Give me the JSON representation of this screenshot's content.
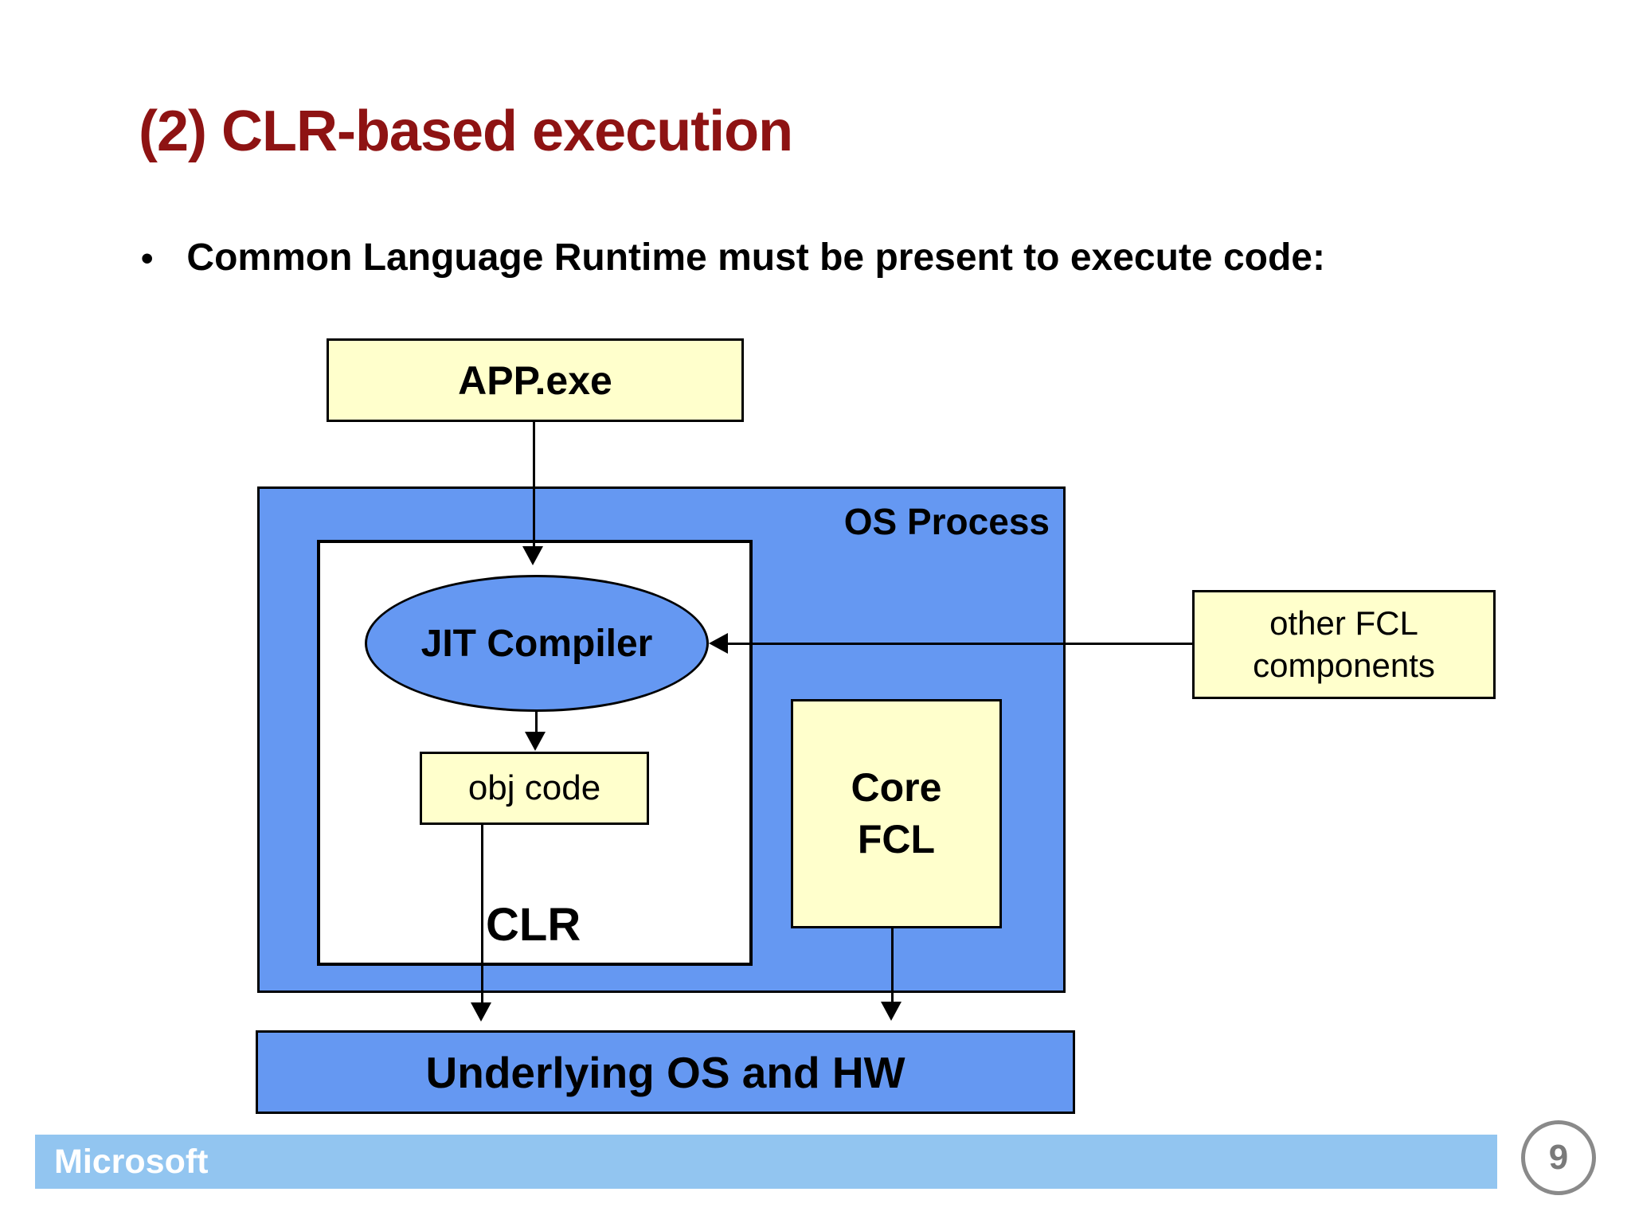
{
  "slide": {
    "title": "(2) CLR-based execution",
    "bullet_marker": "•",
    "bullet_text": "Common Language Runtime must be present to execute code:"
  },
  "diagram": {
    "app_box_label": "APP.exe",
    "os_process_label": "OS Process",
    "jit_label": "JIT Compiler",
    "obj_code_label": "obj code",
    "clr_label": "CLR",
    "core_fcl_line1": "Core",
    "core_fcl_line2": "FCL",
    "other_fcl_line1": "other FCL",
    "other_fcl_line2": "components",
    "underlying_label": "Underlying OS and HW"
  },
  "footer": {
    "brand": "Microsoft",
    "page_number": "9"
  },
  "colors": {
    "title_red": "#8E1313",
    "process_blue": "#6598F2",
    "panel_yellow": "#FFFFCC",
    "footer_blue": "#92C5F0",
    "circle_gray": "#8A8A8A",
    "border_black": "#000000"
  }
}
